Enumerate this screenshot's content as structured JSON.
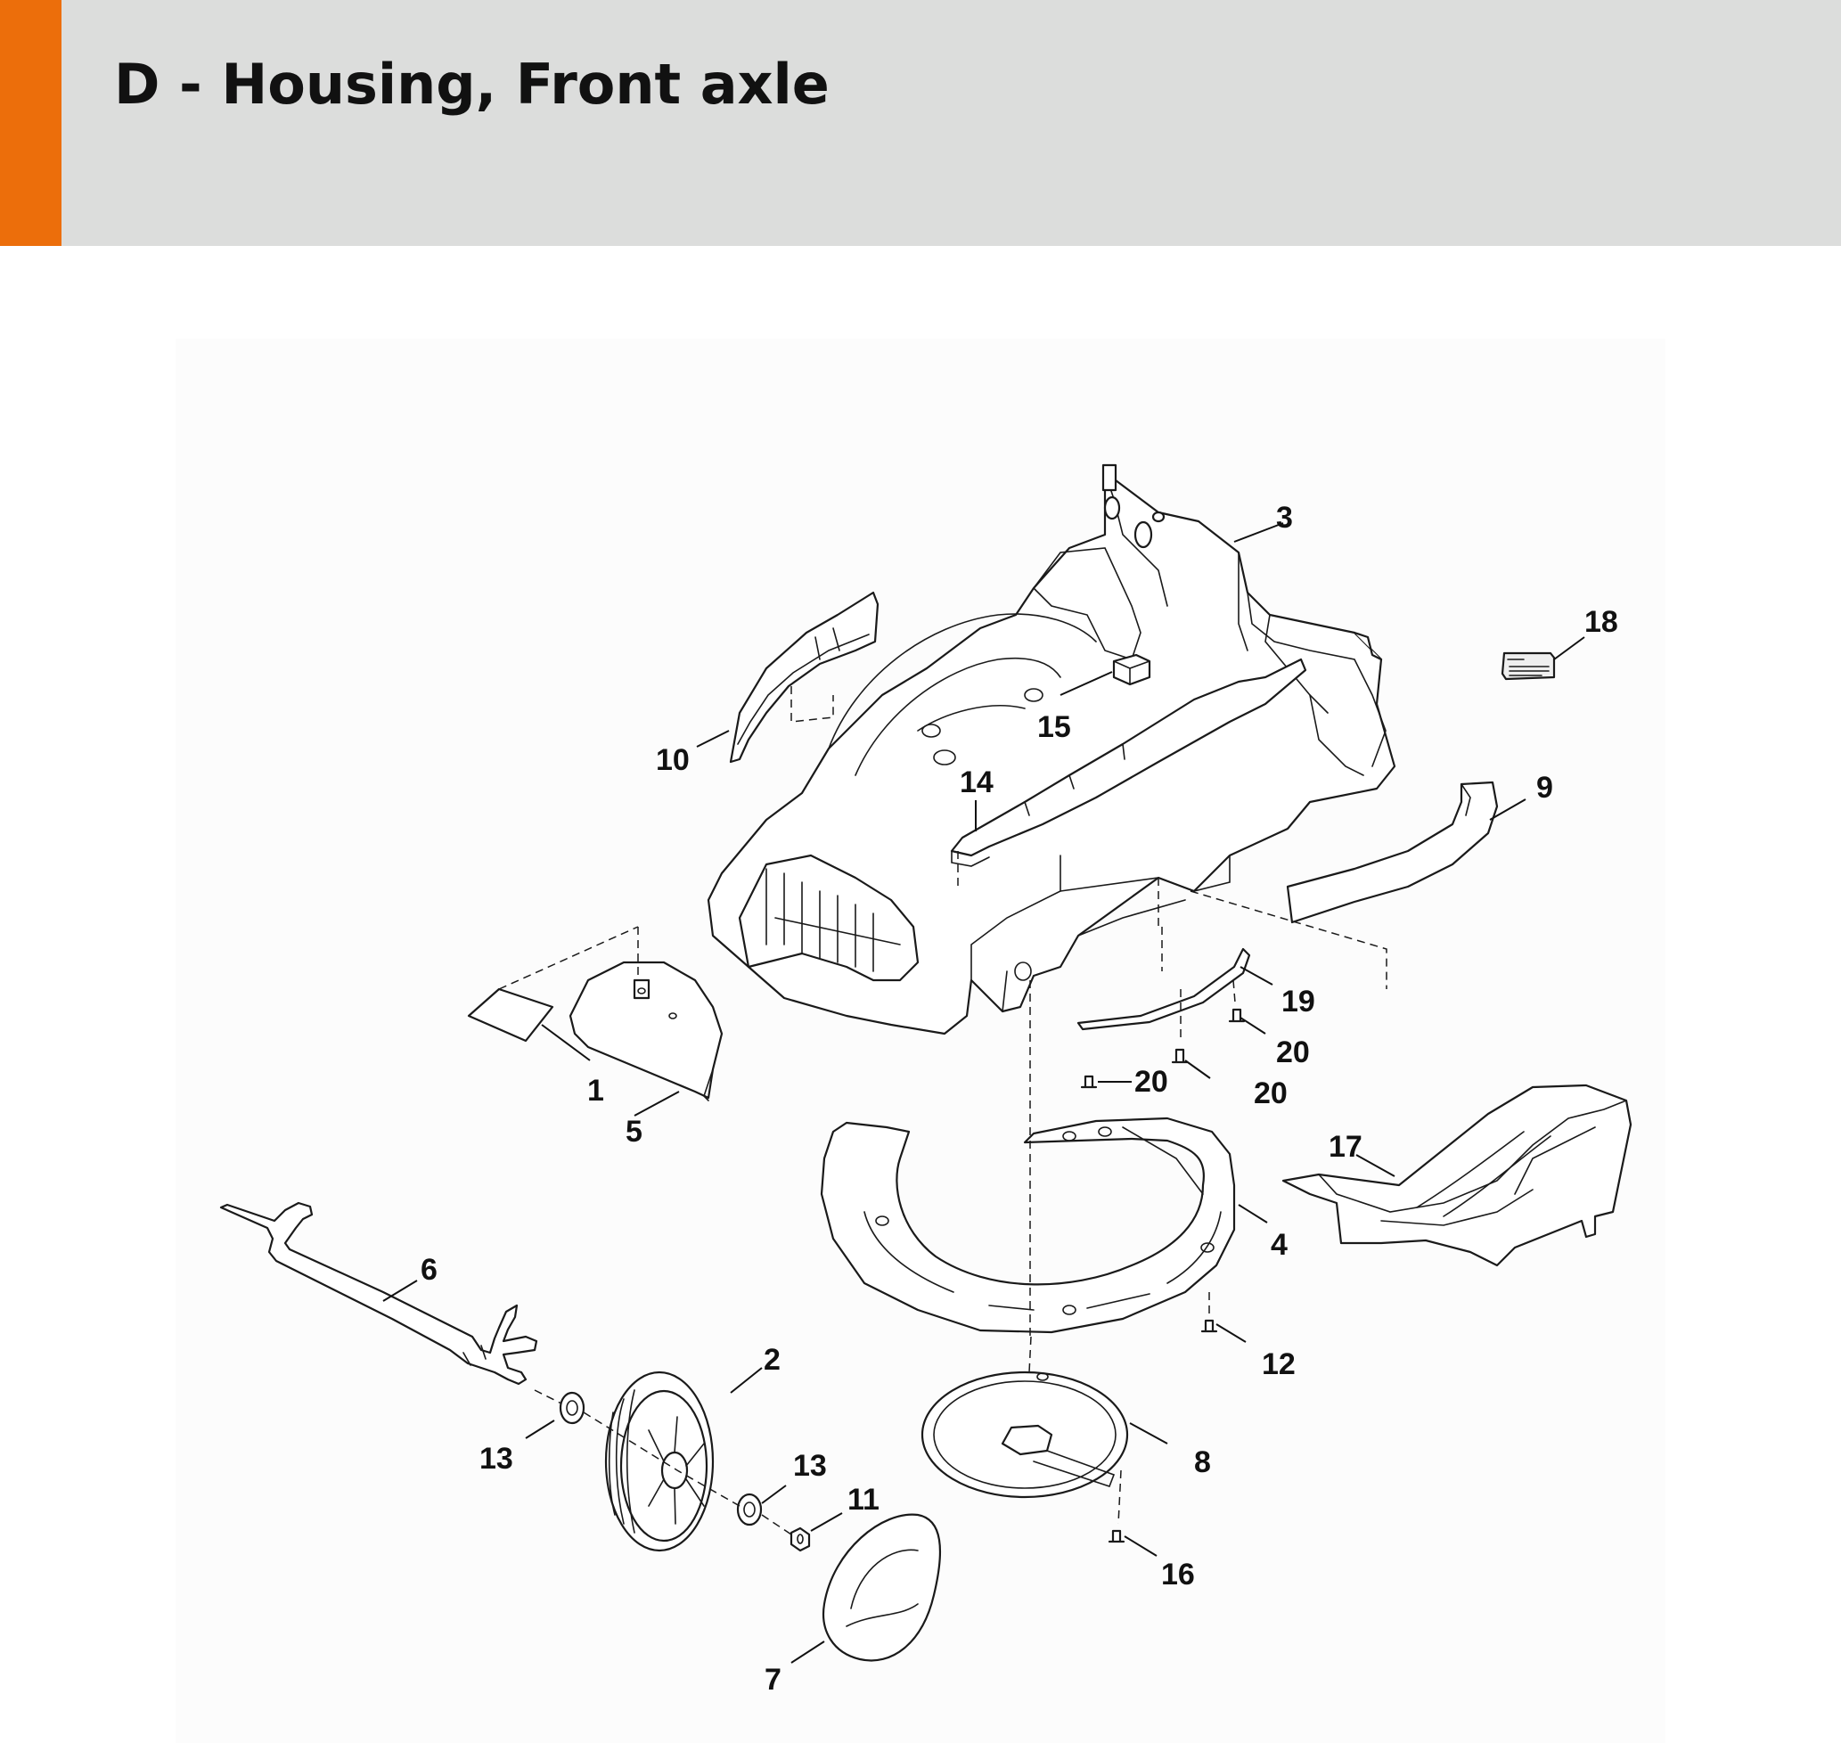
{
  "page": {
    "title": "D - Housing, Front axle",
    "accent_color": "#ec6e0b",
    "header_color": "#dcdddc"
  },
  "callouts": [
    {
      "id": "c3",
      "label": "3"
    },
    {
      "id": "c18",
      "label": "18"
    },
    {
      "id": "c10",
      "label": "10"
    },
    {
      "id": "c15",
      "label": "15"
    },
    {
      "id": "c14",
      "label": "14"
    },
    {
      "id": "c9",
      "label": "9"
    },
    {
      "id": "c19",
      "label": "19"
    },
    {
      "id": "c20a",
      "label": "20"
    },
    {
      "id": "c20b",
      "label": "20"
    },
    {
      "id": "c20c",
      "label": "20"
    },
    {
      "id": "c1",
      "label": "1"
    },
    {
      "id": "c5",
      "label": "5"
    },
    {
      "id": "c17",
      "label": "17"
    },
    {
      "id": "c6",
      "label": "6"
    },
    {
      "id": "c4",
      "label": "4"
    },
    {
      "id": "c2",
      "label": "2"
    },
    {
      "id": "c12",
      "label": "12"
    },
    {
      "id": "c13a",
      "label": "13"
    },
    {
      "id": "c13b",
      "label": "13"
    },
    {
      "id": "c11",
      "label": "11"
    },
    {
      "id": "c8",
      "label": "8"
    },
    {
      "id": "c16",
      "label": "16"
    },
    {
      "id": "c7",
      "label": "7"
    }
  ]
}
